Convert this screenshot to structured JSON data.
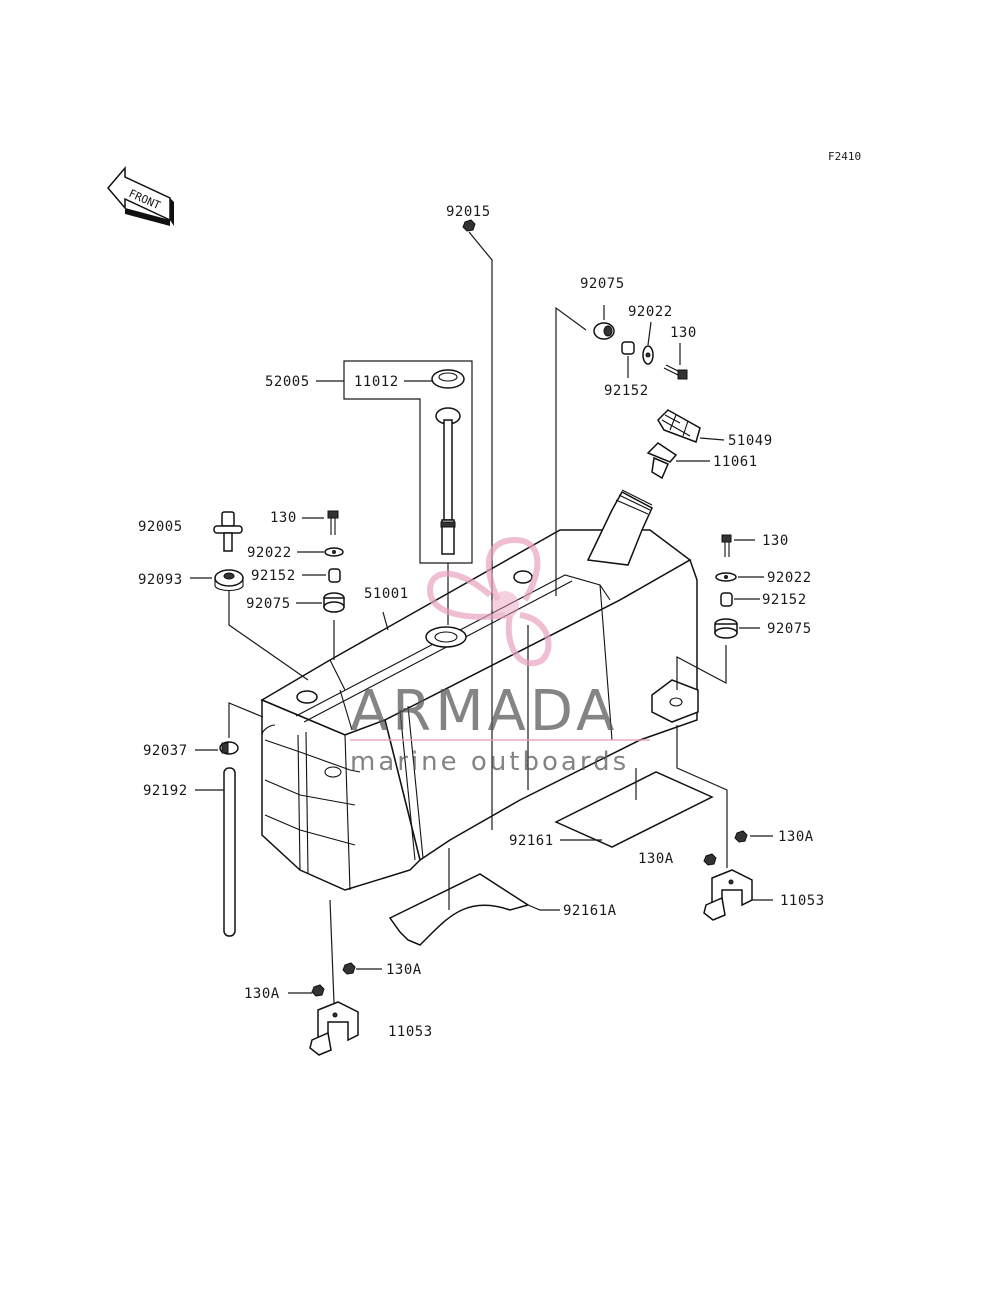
{
  "diagram": {
    "code": "F2410",
    "front_label": "FRONT",
    "labels": {
      "p92015": "92015",
      "p92075_top": "92075",
      "p92022_top": "92022",
      "p130_top": "130",
      "p92152_top": "92152",
      "p52005": "52005",
      "p11012": "11012",
      "p51049": "51049",
      "p11061": "11061",
      "p92005": "92005",
      "p130_left": "130",
      "p92022_left": "92022",
      "p92093": "92093",
      "p92152_left": "92152",
      "p92075_left": "92075",
      "p51001": "51001",
      "p130_right": "130",
      "p92022_right": "92022",
      "p92152_right": "92152",
      "p92075_right": "92075",
      "p92037": "92037",
      "p92192": "92192",
      "p92161": "92161",
      "p130A_mid": "130A",
      "p130A_right": "130A",
      "p11053_right": "11053",
      "p92161A": "92161A",
      "p130A_bottom_right": "130A",
      "p130A_bottom_left": "130A",
      "p11053_bottom": "11053"
    }
  },
  "watermark": {
    "brand": "ARMADA",
    "tagline": "marine outboards",
    "accent_color": "#e8a0c0"
  }
}
